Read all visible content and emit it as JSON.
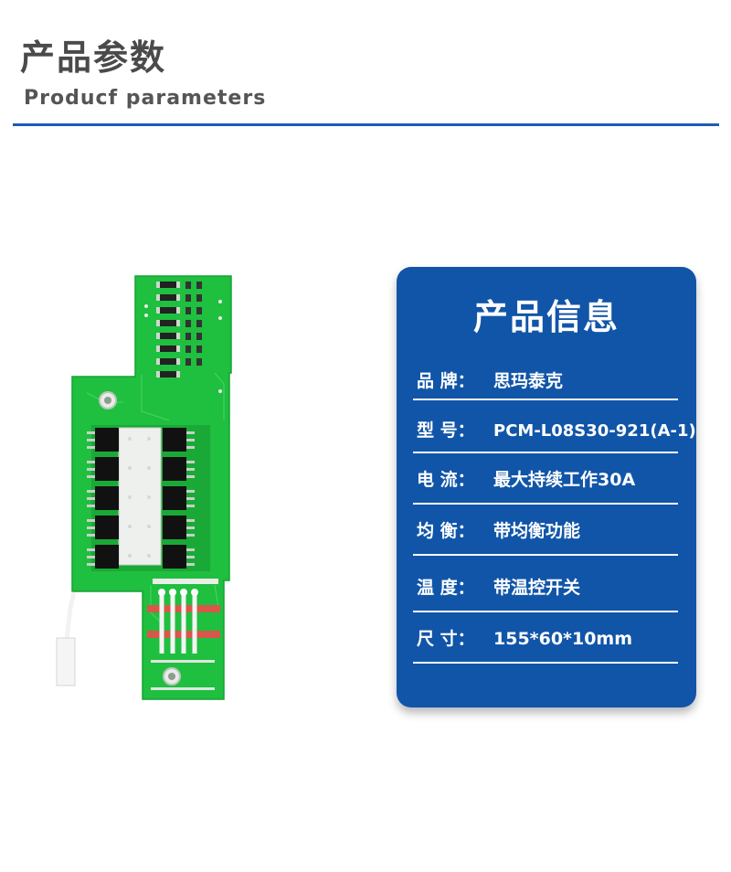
{
  "header": {
    "title_cn": "产品参数",
    "title_en": "Producf  parameters"
  },
  "card": {
    "title": "产品信息",
    "rows": [
      {
        "label": "品 牌：",
        "value": "思玛泰克"
      },
      {
        "label": "型  号：",
        "value": "PCM-L08S30-921(A-1)"
      },
      {
        "label": "电  流：",
        "value": "最大持续工作30A"
      },
      {
        "label": "均  衡：",
        "value": "带均衡功能"
      },
      {
        "label": "温  度：",
        "value": "带温控开关"
      },
      {
        "label": "尺  寸：",
        "value": "155*60*10mm"
      }
    ]
  },
  "image": {
    "description": "product-photo-pcb"
  },
  "colors": {
    "accent_blue": "#1155a8",
    "rule_blue": "#1f5bb5",
    "pcb_green": "#1fbf3f"
  }
}
